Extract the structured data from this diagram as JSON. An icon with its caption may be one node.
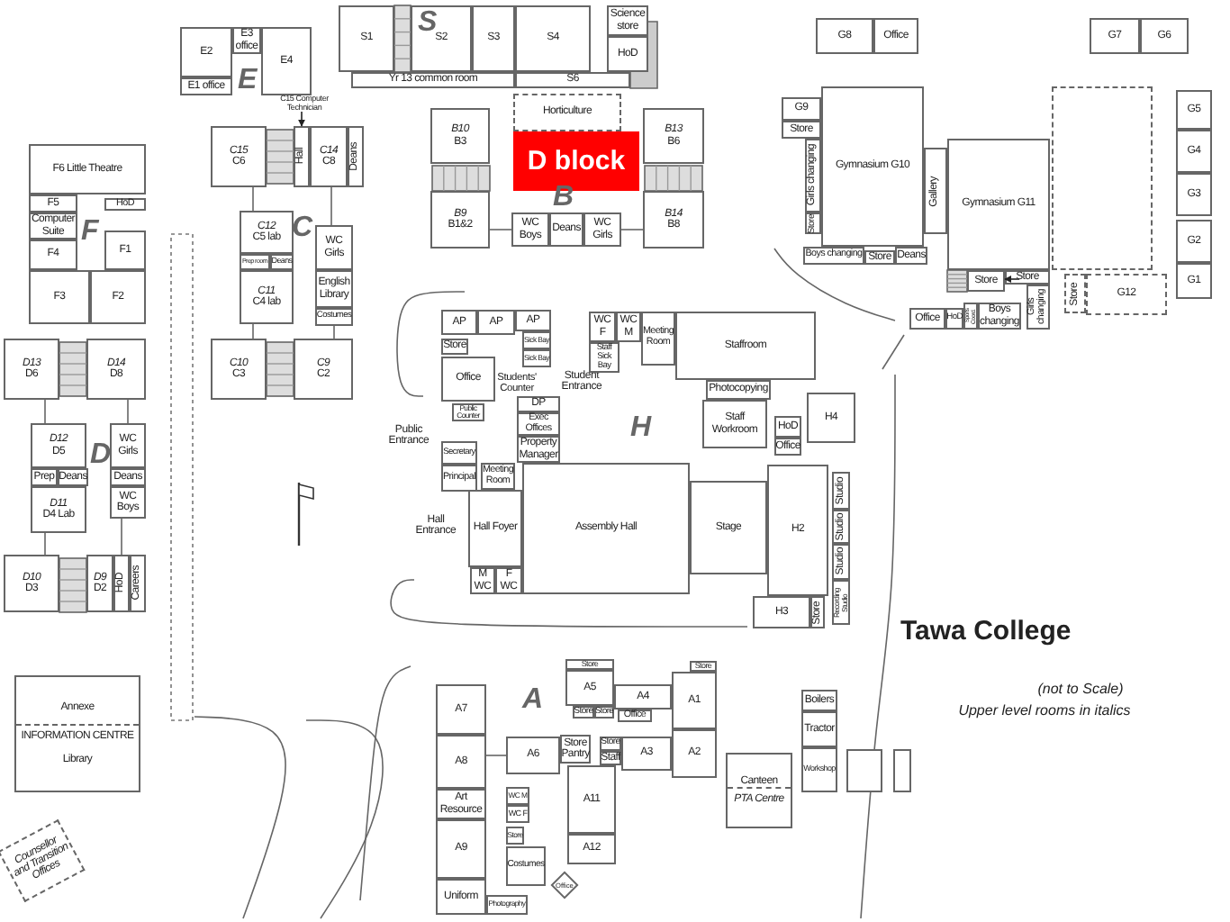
{
  "diagram": {
    "nodes": [
      {
        "text": [
          "S1"
        ]
      },
      {
        "text": [
          "S2"
        ]
      },
      {
        "text": [
          "S3"
        ]
      },
      {
        "text": [
          "S4"
        ]
      },
      {
        "text": [
          "Science store"
        ]
      },
      {
        "text": [
          "HoD"
        ]
      },
      {
        "text": [
          "Yr 13 common room"
        ]
      },
      {
        "text": [
          "S6"
        ]
      },
      {
        "text": [
          "E2"
        ]
      },
      {
        "text": [
          "E3 office"
        ]
      },
      {
        "text": [
          "E4"
        ]
      },
      {
        "text": [
          "E1 office"
        ]
      },
      {
        "text": [
          "C15 Computer Technician"
        ]
      },
      {
        "text": [
          "C15",
          "C6"
        ]
      },
      {
        "text": [
          "Hall"
        ]
      },
      {
        "text": [
          "C14",
          "C8"
        ]
      },
      {
        "text": [
          "Deans"
        ]
      },
      {
        "text": [
          "C12",
          "C5 lab"
        ]
      },
      {
        "text": [
          "Prep room"
        ]
      },
      {
        "text": [
          "Deans"
        ]
      },
      {
        "text": [
          "C11",
          "C4 lab"
        ]
      },
      {
        "text": [
          "WC Girls"
        ]
      },
      {
        "text": [
          "English Library"
        ]
      },
      {
        "text": [
          "Costumes"
        ]
      },
      {
        "text": [
          "C10",
          "C3"
        ]
      },
      {
        "text": [
          "C9",
          "C2"
        ]
      },
      {
        "text": [
          "F6 Little Theatre"
        ]
      },
      {
        "text": [
          "F5"
        ]
      },
      {
        "text": [
          "Computer Suite"
        ]
      },
      {
        "text": [
          "HoD"
        ]
      },
      {
        "text": [
          "F4"
        ]
      },
      {
        "text": [
          "F1"
        ]
      },
      {
        "text": [
          "F3"
        ]
      },
      {
        "text": [
          "F2"
        ]
      },
      {
        "text": [
          "D13",
          "D6"
        ]
      },
      {
        "text": [
          "D14",
          "D8"
        ]
      },
      {
        "text": [
          "D12",
          "D5"
        ]
      },
      {
        "text": [
          "Prep"
        ]
      },
      {
        "text": [
          "Deans"
        ]
      },
      {
        "text": [
          "D11",
          "D4 Lab"
        ]
      },
      {
        "text": [
          "WC Girls"
        ]
      },
      {
        "text": [
          "Deans"
        ]
      },
      {
        "text": [
          "WC Boys"
        ]
      },
      {
        "text": [
          "D10",
          "D3"
        ]
      },
      {
        "text": [
          "D9",
          "D2"
        ]
      },
      {
        "text": [
          "HoD"
        ]
      },
      {
        "text": [
          "Careers"
        ]
      },
      {
        "text": [
          "Annexe",
          "INFORMATION CENTRE",
          "Library"
        ]
      },
      {
        "text": [
          "Counsellor and Transition Offices"
        ]
      },
      {
        "text": [
          "B10",
          "B3"
        ]
      },
      {
        "text": [
          "B9",
          "B1&2"
        ]
      },
      {
        "text": [
          "Horticulture"
        ]
      },
      {
        "text": [
          "D block"
        ]
      },
      {
        "text": [
          "B13",
          "B6"
        ]
      },
      {
        "text": [
          "B14",
          "B8"
        ]
      },
      {
        "text": [
          "WC Boys"
        ]
      },
      {
        "text": [
          "Deans"
        ]
      },
      {
        "text": [
          "WC Girls"
        ]
      },
      {
        "text": [
          "G8"
        ]
      },
      {
        "text": [
          "Office"
        ]
      },
      {
        "text": [
          "G7"
        ]
      },
      {
        "text": [
          "G6"
        ]
      },
      {
        "text": [
          "G9"
        ]
      },
      {
        "text": [
          "Store"
        ]
      },
      {
        "text": [
          "Girls changing"
        ]
      },
      {
        "text": [
          "Store"
        ]
      },
      {
        "text": [
          "Gymnasium G10"
        ]
      },
      {
        "text": [
          "Boys changing"
        ]
      },
      {
        "text": [
          "Store"
        ]
      },
      {
        "text": [
          "Deans"
        ]
      },
      {
        "text": [
          "Gallery"
        ]
      },
      {
        "text": [
          "Gymnasium G11"
        ]
      },
      {
        "text": [
          "Store"
        ]
      },
      {
        "text": [
          "Store"
        ]
      },
      {
        "text": [
          "Girls changing"
        ]
      },
      {
        "text": [
          "Office"
        ]
      },
      {
        "text": [
          "HoD"
        ]
      },
      {
        "text": [
          "Sports Coord."
        ]
      },
      {
        "text": [
          "Boys changing"
        ]
      },
      {
        "text": [
          "Store"
        ]
      },
      {
        "text": [
          "G12"
        ]
      },
      {
        "text": [
          "G5"
        ]
      },
      {
        "text": [
          "G4"
        ]
      },
      {
        "text": [
          "G3"
        ]
      },
      {
        "text": [
          "G2"
        ]
      },
      {
        "text": [
          "G1"
        ]
      },
      {
        "text": [
          "AP"
        ]
      },
      {
        "text": [
          "AP"
        ]
      },
      {
        "text": [
          "AP"
        ]
      },
      {
        "text": [
          "Sick Bay"
        ]
      },
      {
        "text": [
          "Sick Bay"
        ]
      },
      {
        "text": [
          "Store"
        ]
      },
      {
        "text": [
          "Office"
        ]
      },
      {
        "text": [
          "Students' Counter"
        ]
      },
      {
        "text": [
          "Public Counter"
        ]
      },
      {
        "text": [
          "Public Entrance"
        ]
      },
      {
        "text": [
          "Student Entrance"
        ]
      },
      {
        "text": [
          "DP"
        ]
      },
      {
        "text": [
          "Exec Offices"
        ]
      },
      {
        "text": [
          "Property Manager"
        ]
      },
      {
        "text": [
          "Secretary"
        ]
      },
      {
        "text": [
          "Principal"
        ]
      },
      {
        "text": [
          "Meeting Room"
        ]
      },
      {
        "text": [
          "WC F"
        ]
      },
      {
        "text": [
          "WC M"
        ]
      },
      {
        "text": [
          "Staff Sick Bay"
        ]
      },
      {
        "text": [
          "Meeting Room"
        ]
      },
      {
        "text": [
          "Staffroom"
        ]
      },
      {
        "text": [
          "Photocopying"
        ]
      },
      {
        "text": [
          "Staff Workroom"
        ]
      },
      {
        "text": [
          "HoD"
        ]
      },
      {
        "text": [
          "Office"
        ]
      },
      {
        "text": [
          "H4"
        ]
      },
      {
        "text": [
          "Hall Entrance"
        ]
      },
      {
        "text": [
          "Hall Foyer"
        ]
      },
      {
        "text": [
          "M WC"
        ]
      },
      {
        "text": [
          "F WC"
        ]
      },
      {
        "text": [
          "Assembly Hall"
        ]
      },
      {
        "text": [
          "Stage"
        ]
      },
      {
        "text": [
          "H2"
        ]
      },
      {
        "text": [
          "H3"
        ]
      },
      {
        "text": [
          "Store"
        ]
      },
      {
        "text": [
          "Studio"
        ]
      },
      {
        "text": [
          "Studio"
        ]
      },
      {
        "text": [
          "Studio"
        ]
      },
      {
        "text": [
          "Recording Studio"
        ]
      },
      {
        "text": [
          "A7"
        ]
      },
      {
        "text": [
          "A8"
        ]
      },
      {
        "text": [
          "Art Resource"
        ]
      },
      {
        "text": [
          "A9"
        ]
      },
      {
        "text": [
          "Uniform"
        ]
      },
      {
        "text": [
          "Photography"
        ]
      },
      {
        "text": [
          "A6"
        ]
      },
      {
        "text": [
          "Store Pantry"
        ]
      },
      {
        "text": [
          "WC M"
        ]
      },
      {
        "text": [
          "WC F"
        ]
      },
      {
        "text": [
          "Store"
        ]
      },
      {
        "text": [
          "Costumes"
        ]
      },
      {
        "text": [
          "Office"
        ]
      },
      {
        "text": [
          "Store"
        ]
      },
      {
        "text": [
          "A5"
        ]
      },
      {
        "text": [
          "Store"
        ]
      },
      {
        "text": [
          "Store"
        ]
      },
      {
        "text": [
          "A4"
        ]
      },
      {
        "text": [
          "Office"
        ]
      },
      {
        "text": [
          "Store"
        ]
      },
      {
        "text": [
          "A1"
        ]
      },
      {
        "text": [
          "A2"
        ]
      },
      {
        "text": [
          "Store"
        ]
      },
      {
        "text": [
          "Staff"
        ]
      },
      {
        "text": [
          "A3"
        ]
      },
      {
        "text": [
          "A11"
        ]
      },
      {
        "text": [
          "A12"
        ]
      },
      {
        "text": [
          "Canteen",
          "PTA Centre"
        ]
      },
      {
        "text": [
          "Boilers"
        ]
      },
      {
        "text": [
          "Tractor"
        ]
      },
      {
        "text": [
          "Workshop"
        ]
      },
      {
        "text": [],
        "shape": "box"
      },
      {
        "text": [],
        "shape": "box"
      },
      {
        "text": [],
        "shape": "box"
      }
    ],
    "edges": [
      {
        "from": 12,
        "to": 14,
        "arrow": "to"
      },
      {
        "from": 73,
        "to": 72,
        "arrow": "to"
      },
      {
        "from": 13,
        "to": 17,
        "arrow": "none"
      },
      {
        "from": 15,
        "to": 21,
        "arrow": "none"
      },
      {
        "from": 20,
        "to": 24,
        "arrow": "none"
      },
      {
        "from": 23,
        "to": 25,
        "arrow": "none"
      },
      {
        "from": 34,
        "to": 36,
        "arrow": "none"
      },
      {
        "from": 35,
        "to": 40,
        "arrow": "none"
      },
      {
        "from": 39,
        "to": 43,
        "arrow": "none"
      },
      {
        "from": 42,
        "to": 45,
        "arrow": "none"
      },
      {
        "from": 50,
        "to": 55,
        "arrow": "none"
      },
      {
        "from": 57,
        "to": 54,
        "arrow": "none"
      },
      {
        "from": 127,
        "to": 132,
        "arrow": "none"
      }
    ],
    "labels": [
      "S",
      "E",
      "C",
      "F",
      "D",
      "B",
      "H",
      "A",
      "Tawa College",
      "(not to Scale)",
      "Upper level rooms in italics"
    ]
  }
}
